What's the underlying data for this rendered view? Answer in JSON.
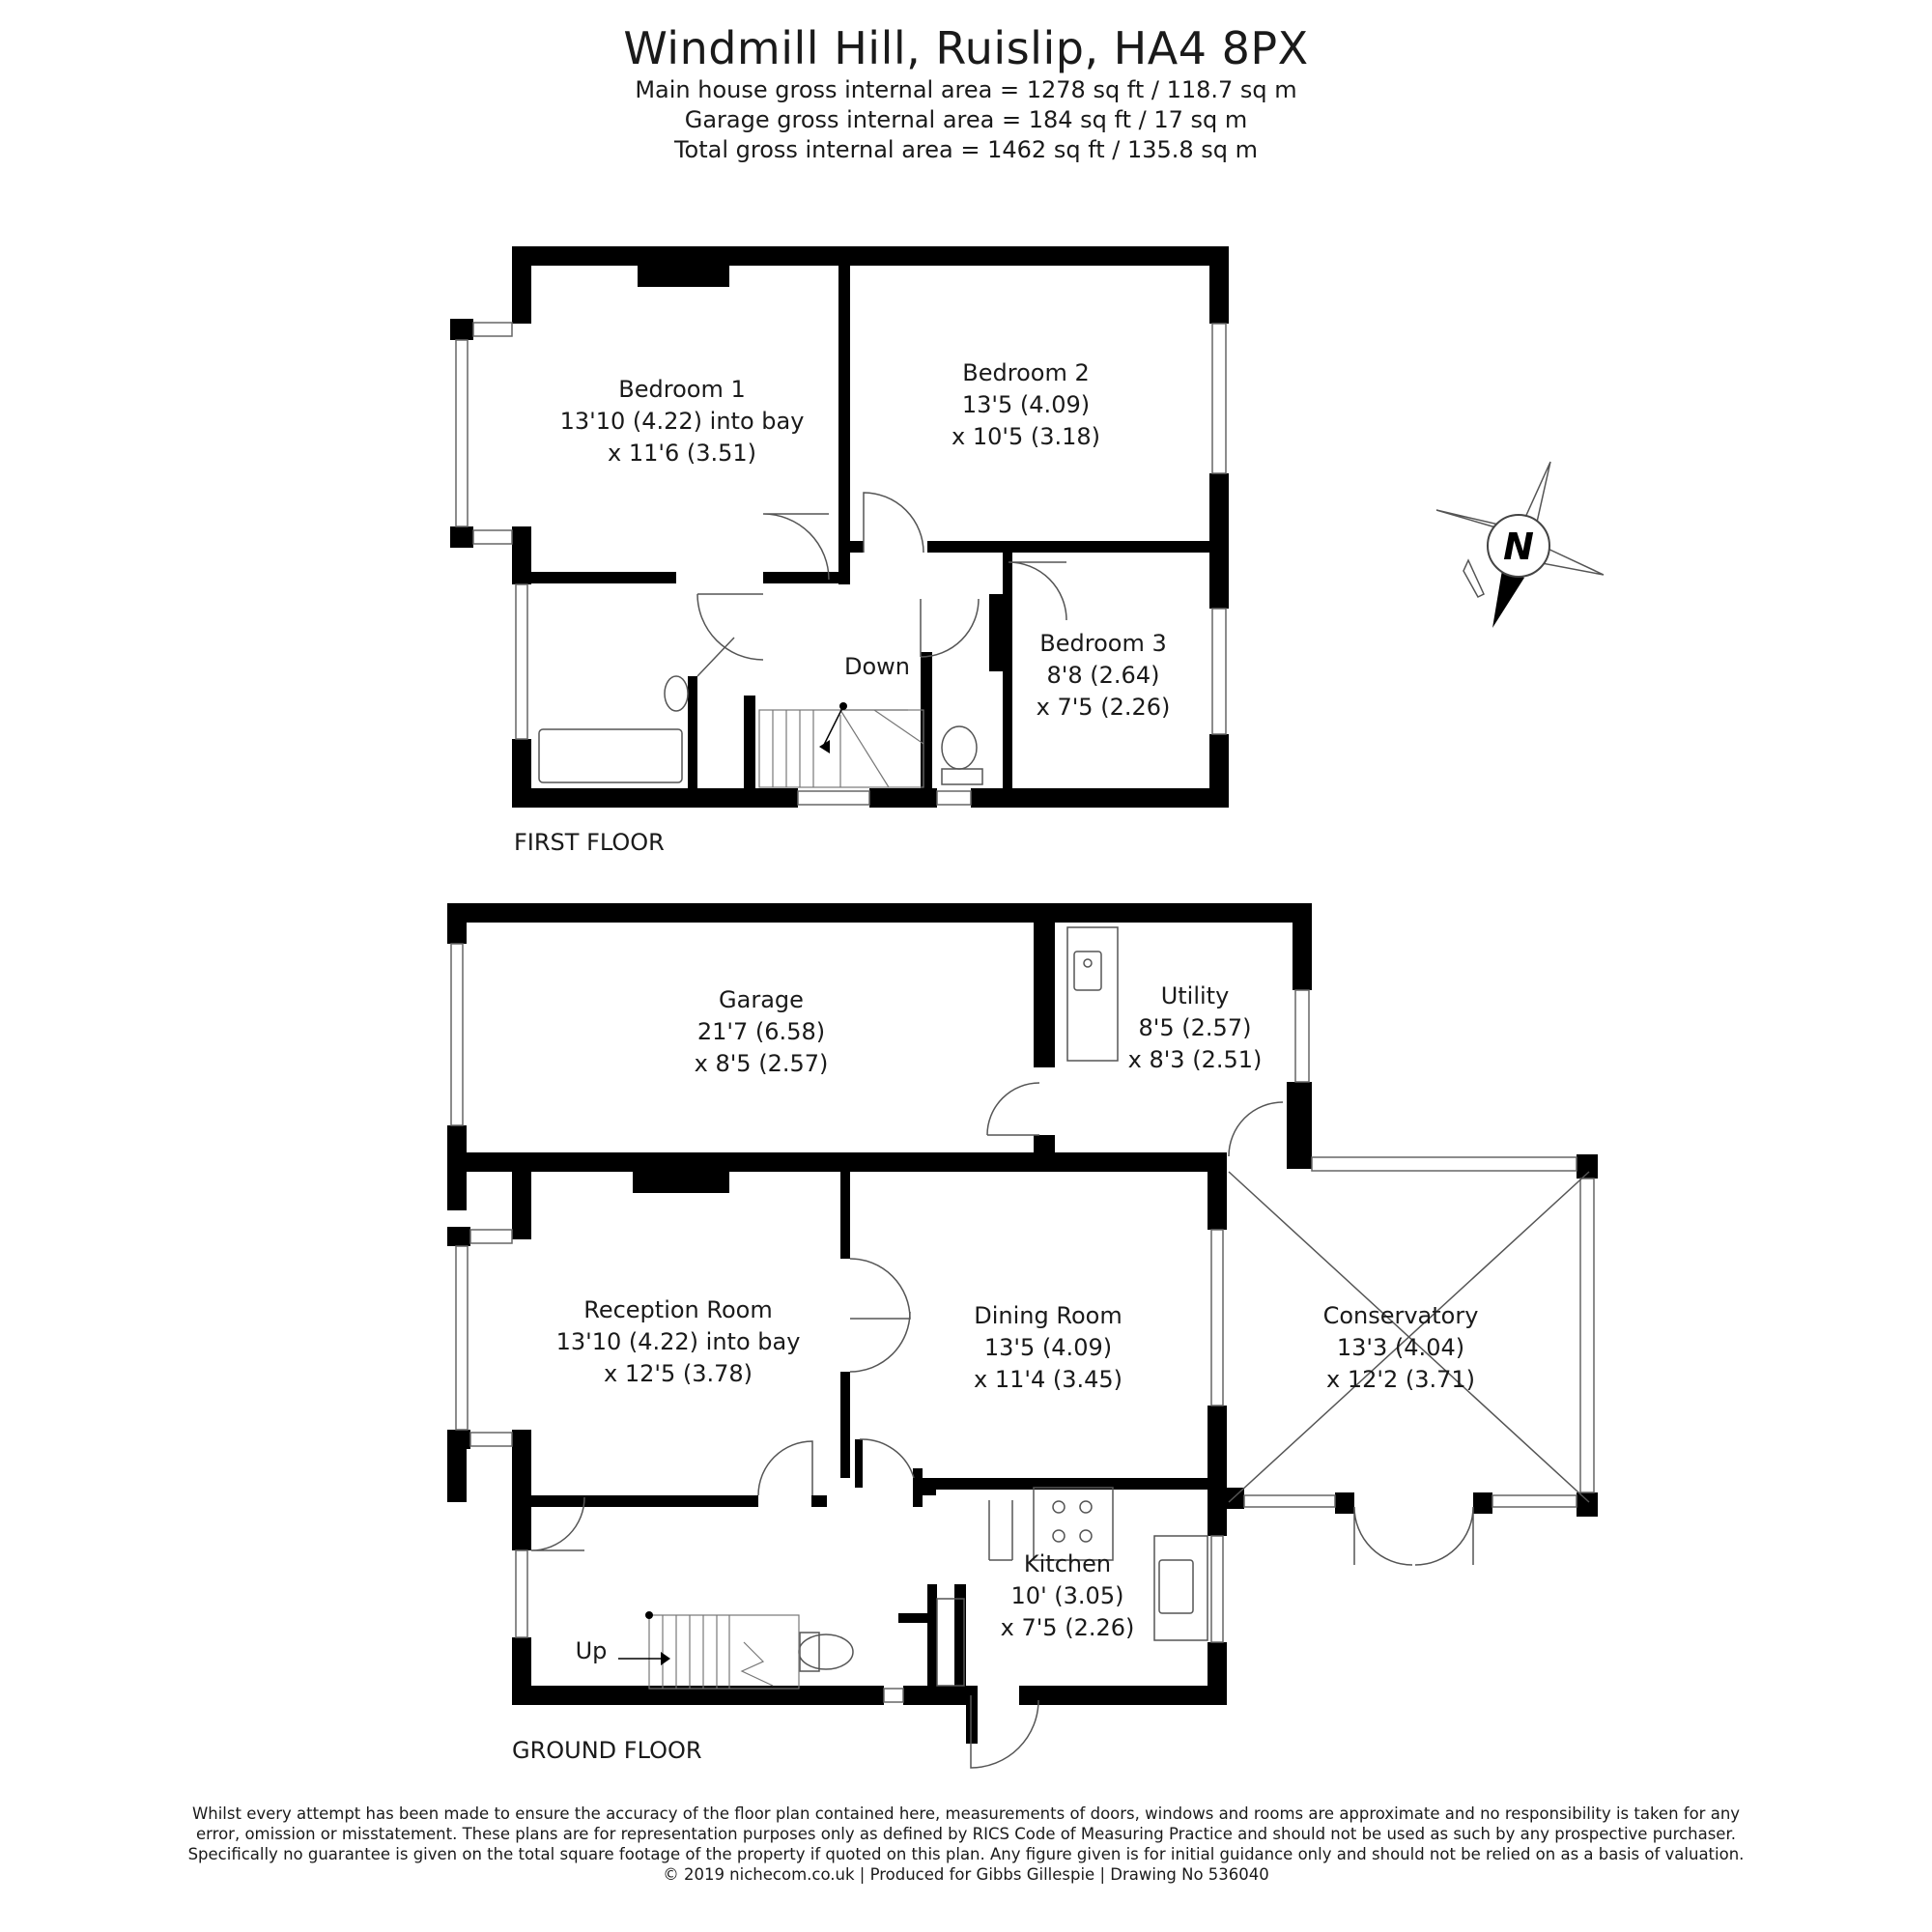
{
  "header": {
    "title": "Windmill Hill, Ruislip, HA4 8PX",
    "areas": [
      "Main house gross internal area =  1278 sq ft / 118.7 sq m",
      "Garage gross internal area = 184 sq ft / 17 sq m",
      "Total gross internal area =  1462 sq ft / 135.8 sq m"
    ]
  },
  "first_floor": {
    "label": "FIRST FLOOR",
    "down_label": "Down",
    "rooms": {
      "bedroom1": [
        "Bedroom 1",
        "13'10 (4.22) into bay",
        "x 11'6 (3.51)"
      ],
      "bedroom2": [
        "Bedroom 2",
        "13'5 (4.09)",
        "x 10'5 (3.18)"
      ],
      "bedroom3": [
        "Bedroom 3",
        "8'8 (2.64)",
        "x 7'5 (2.26)"
      ]
    }
  },
  "ground_floor": {
    "label": "GROUND FLOOR",
    "up_label": "Up",
    "rooms": {
      "garage": [
        "Garage",
        "21'7 (6.58)",
        "x 8'5 (2.57)"
      ],
      "utility": [
        "Utility",
        "8'5 (2.57)",
        "x 8'3 (2.51)"
      ],
      "reception": [
        "Reception Room",
        "13'10 (4.22) into bay",
        "x 12'5 (3.78)"
      ],
      "dining": [
        "Dining Room",
        "13'5 (4.09)",
        "x 11'4 (3.45)"
      ],
      "conservatory": [
        "Conservatory",
        "13'3 (4.04)",
        "x 12'2 (3.71)"
      ],
      "kitchen": [
        "Kitchen",
        "10' (3.05)",
        "x 7'5 (2.26)"
      ]
    }
  },
  "compass": {
    "letter": "N"
  },
  "footer": {
    "lines": [
      "Whilst every attempt has been made to ensure the accuracy of the floor plan contained here, measurements of doors, windows and rooms are approximate and no responsibility is taken for any",
      "error, omission or misstatement. These plans are for representation purposes only as defined by RICS Code of Measuring Practice and should not be used as such by any prospective purchaser.",
      "Specifically no guarantee is given on the total square footage of the property if quoted on this plan. Any figure given is for initial guidance only and should not be relied on as a basis of valuation.",
      "© 2019 nichecom.co.uk  |  Produced for Gibbs Gillespie  |  Drawing No 536040"
    ]
  }
}
